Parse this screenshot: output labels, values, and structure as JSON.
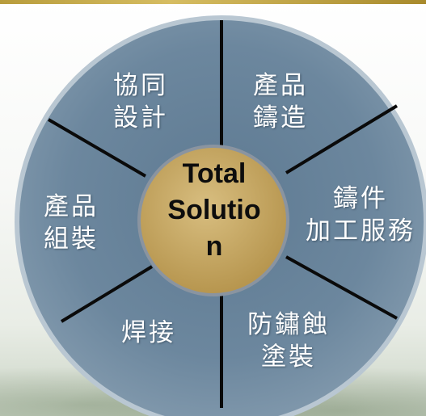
{
  "diagram": {
    "center": {
      "lines": [
        "Total",
        "Solutio",
        "n"
      ]
    },
    "segments": [
      {
        "lines": [
          "協同",
          "設計"
        ]
      },
      {
        "lines": [
          "產品",
          "鑄造"
        ]
      },
      {
        "lines": [
          "鑄件",
          "加工服務"
        ]
      },
      {
        "lines": [
          "防鏽蝕",
          "塗裝"
        ]
      },
      {
        "lines": [
          "焊接"
        ]
      },
      {
        "lines": [
          "產品",
          "組裝"
        ]
      }
    ],
    "colors": {
      "ring": "#6f8aa1",
      "ring_border": "#b9c7d2",
      "hub": "#c9ab66",
      "divider": "#0a0a0a",
      "segment_text": "#ffffff",
      "center_text": "#0d0d0d"
    }
  }
}
